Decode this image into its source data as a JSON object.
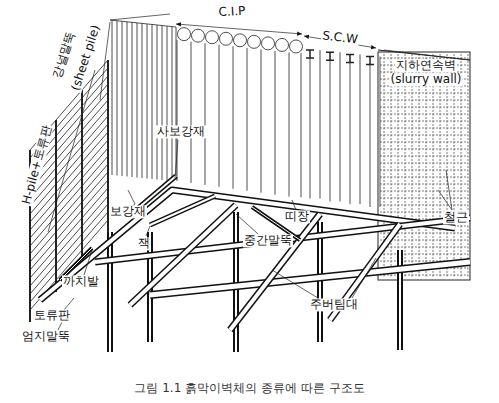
{
  "diagram": {
    "caption": "그림 1.1  흙막이벽체의 종류에 따른 구조도",
    "labels": [
      "H-pile+토류판",
      "강널말뚝",
      "(sheet pile)",
      "C.I.P",
      "S.C.W",
      "지하연속벽",
      "(slurry wall)",
      "철근",
      "사보강재",
      "보강재",
      "띠장",
      "중간말뚝",
      "까치발",
      "잭",
      "토류판",
      "엄지말뚝",
      "주버팀대"
    ]
  }
}
